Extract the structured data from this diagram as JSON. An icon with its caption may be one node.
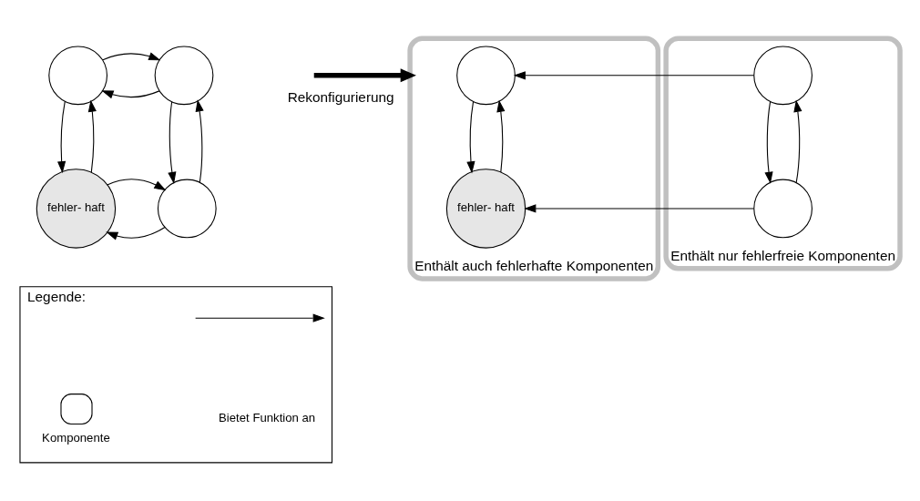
{
  "diagram": {
    "nodes": [
      {
        "text": [],
        "shape": "circle"
      },
      {
        "text": [],
        "shape": "circle"
      },
      {
        "text": [
          "fehler- haft"
        ]
      },
      {
        "text": [],
        "shape": "circle"
      },
      {
        "text": [
          "Enthält auch fehlerhafte Komponenten"
        ]
      },
      {
        "text": [],
        "shape": "circle",
        "in": 4
      },
      {
        "text": [
          "fehler- haft"
        ],
        "in": 4
      },
      {
        "text": [
          "Enthält nur fehlerfreie Komponenten"
        ]
      },
      {
        "text": [],
        "shape": "circle",
        "in": 7
      },
      {
        "text": [],
        "shape": "circle",
        "in": 7
      },
      {
        "text": [
          "Legende:"
        ]
      }
    ],
    "edges": [
      {
        "from": 1,
        "to": 0,
        "arrow": "to"
      },
      {
        "from": 0,
        "to": 1,
        "arrow": "to"
      },
      {
        "from": 0,
        "to": 2,
        "arrow": "to"
      },
      {
        "from": 2,
        "to": 0,
        "arrow": "to"
      },
      {
        "from": 1,
        "to": 3,
        "arrow": "to"
      },
      {
        "from": 3,
        "to": 1,
        "arrow": "to"
      },
      {
        "from": 3,
        "to": 2,
        "arrow": "to"
      },
      {
        "from": 2,
        "to": 3,
        "arrow": "to"
      },
      {
        "from": null,
        "to": 4,
        "arrow": "to",
        "label": "Rekonfigurierung",
        "style": "thick"
      },
      {
        "from": 8,
        "to": 5,
        "arrow": "to"
      },
      {
        "from": 9,
        "to": 6,
        "arrow": "to"
      },
      {
        "from": 5,
        "to": 6,
        "arrow": "to"
      },
      {
        "from": 6,
        "to": 5,
        "arrow": "to"
      },
      {
        "from": 8,
        "to": 9,
        "arrow": "to"
      },
      {
        "from": 9,
        "to": 8,
        "arrow": "to"
      }
    ],
    "legend": [
      {
        "text": "Komponente"
      },
      {
        "text": "Bietet Funktion an"
      }
    ]
  }
}
